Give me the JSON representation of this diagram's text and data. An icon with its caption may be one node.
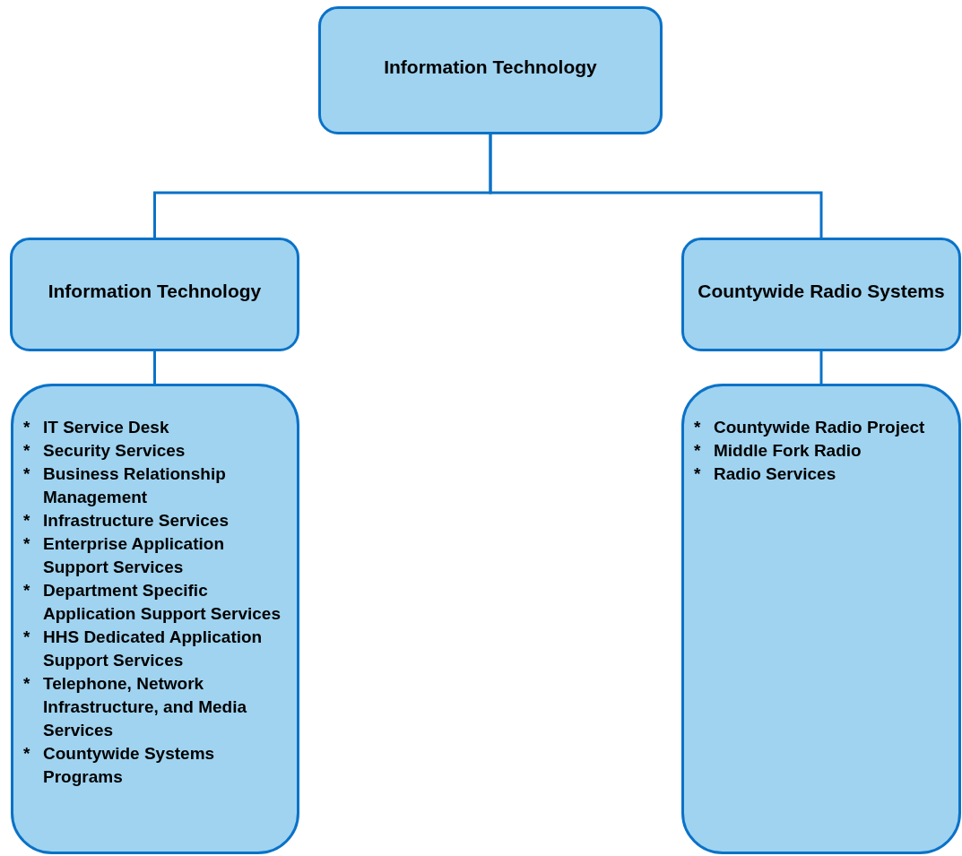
{
  "diagram": {
    "nodes": [
      {
        "text": [
          "Information Technology"
        ]
      },
      {
        "text": [
          "Information Technology"
        ]
      },
      {
        "text": [
          "Countywide Radio Systems"
        ]
      },
      {
        "text": [
          "* IT Service Desk",
          "* Security Services",
          "* Business Relationship Management",
          "* Infrastructure Services",
          "* Enterprise Application Support Services",
          "* Department Specific Application Support Services",
          "* HHS Dedicated Application Support Services",
          "* Telephone, Network Infrastructure, and Media Services",
          "* Countywide Systems Programs"
        ]
      },
      {
        "text": [
          "* Countywide Radio Project",
          "* Middle Fork Radio",
          "* Radio Services"
        ]
      }
    ],
    "edges": [
      {
        "from": 0,
        "to": 1,
        "arrow": "none"
      },
      {
        "from": 0,
        "to": 2,
        "arrow": "none"
      },
      {
        "from": 1,
        "to": 3,
        "arrow": "none"
      },
      {
        "from": 2,
        "to": 4,
        "arrow": "none"
      }
    ]
  }
}
